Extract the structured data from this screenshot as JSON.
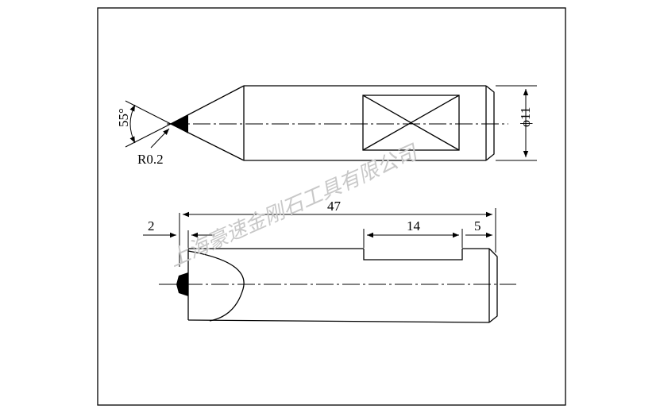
{
  "drawing": {
    "angle_label": "55°",
    "radius_label": "R0.2",
    "diameter_label": "ϕ11",
    "length_total": "47",
    "length_flat": "14",
    "length_end": "5",
    "length_tip": "2"
  },
  "watermark": {
    "text": "上海豪速金刚石工具有限公司"
  },
  "colors": {
    "line": "#000000",
    "watermark": "#c8c8c8",
    "background": "#ffffff"
  }
}
